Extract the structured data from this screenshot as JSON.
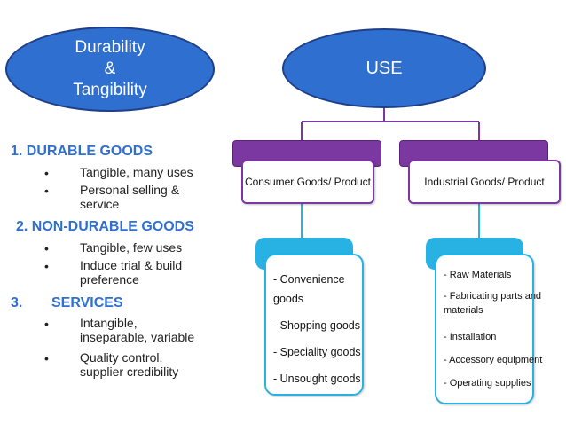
{
  "ellipses": {
    "durability": {
      "line1": "Durability",
      "line2": "&",
      "line3": "Tangibility"
    },
    "use": "USE"
  },
  "left": {
    "durable": {
      "heading": "1. DURABLE GOODS",
      "bullets": [
        "Tangible, many uses",
        "Personal selling &",
        "service"
      ]
    },
    "nondurable": {
      "heading": "2. NON-DURABLE GOODS",
      "bullets": [
        "Tangible, few uses",
        "Induce trial & build",
        "preference"
      ]
    },
    "services": {
      "number": "3.",
      "heading": "SERVICES",
      "bullets": [
        "Intangible,",
        "inseparable, variable",
        "Quality control,",
        "supplier credibility"
      ]
    }
  },
  "consumer": {
    "title": "Consumer Goods/ Product",
    "items": [
      "- Convenience",
      "goods",
      "- Shopping goods",
      "- Speciality goods",
      "- Unsought goods"
    ]
  },
  "industrial": {
    "title": "Industrial Goods/ Product",
    "items": [
      "- Raw Materials",
      "- Fabricating parts and",
      "materials",
      "- Installation",
      "- Accessory equipment",
      "- Operating supplies"
    ]
  },
  "colors": {
    "ellipse_fill": "#2f6fd0",
    "heading": "#2f6fd0",
    "purple_tab": "#7b38a0",
    "blue_tab": "#27b2e3"
  }
}
